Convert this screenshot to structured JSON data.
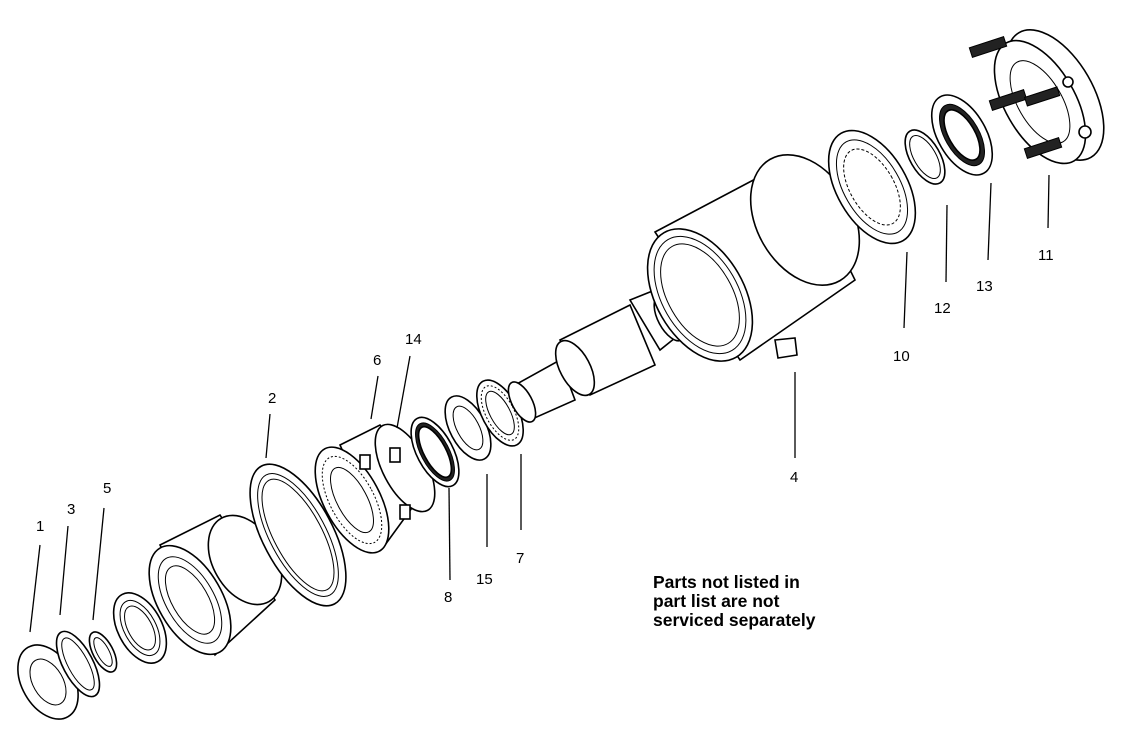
{
  "callouts": [
    {
      "id": "1",
      "label": "1"
    },
    {
      "id": "3",
      "label": "3"
    },
    {
      "id": "5",
      "label": "5"
    },
    {
      "id": "2",
      "label": "2"
    },
    {
      "id": "6",
      "label": "6"
    },
    {
      "id": "14",
      "label": "14"
    },
    {
      "id": "8",
      "label": "8"
    },
    {
      "id": "15",
      "label": "15"
    },
    {
      "id": "7",
      "label": "7"
    },
    {
      "id": "4",
      "label": "4"
    },
    {
      "id": "10",
      "label": "10"
    },
    {
      "id": "12",
      "label": "12"
    },
    {
      "id": "13",
      "label": "13"
    },
    {
      "id": "11",
      "label": "11"
    }
  ],
  "note": {
    "line1": "Parts not listed in",
    "line2": "part list are not",
    "line3": "serviced separately"
  }
}
